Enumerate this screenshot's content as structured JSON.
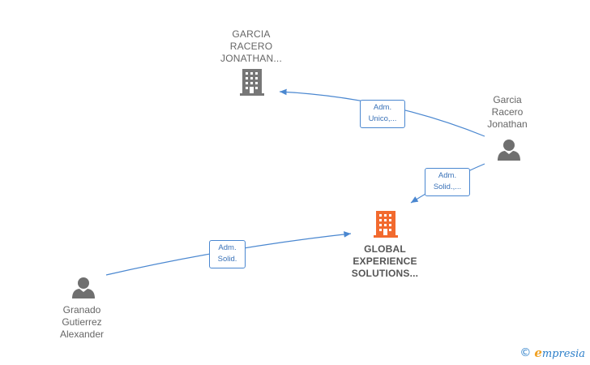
{
  "colors": {
    "edge": "#4a87d0",
    "company_default": "#777777",
    "company_focus": "#f26a2e",
    "person": "#6f6f6f"
  },
  "nodes": {
    "company_garcia": {
      "lines": [
        "GARCIA",
        "RACERO",
        "JONATHAN..."
      ],
      "icon": "building-icon"
    },
    "company_global": {
      "lines": [
        "GLOBAL",
        "EXPERIENCE",
        "SOLUTIONS..."
      ],
      "icon": "building-icon"
    },
    "person_garcia": {
      "lines": [
        "Garcia",
        "Racero",
        "Jonathan"
      ],
      "icon": "person-icon"
    },
    "person_granado": {
      "lines": [
        "Granado",
        "Gutierrez",
        "Alexander"
      ],
      "icon": "person-icon"
    }
  },
  "edges": {
    "adm_unico": {
      "lines": [
        "Adm.",
        "Unico,..."
      ]
    },
    "adm_solid_1": {
      "lines": [
        "Adm.",
        "Solid.,..."
      ]
    },
    "adm_solid_2": {
      "lines": [
        "Adm.",
        "Solid."
      ]
    }
  },
  "footer": {
    "copyright_symbol": "©",
    "brand_initial": "e",
    "brand_rest": "mpresia"
  }
}
